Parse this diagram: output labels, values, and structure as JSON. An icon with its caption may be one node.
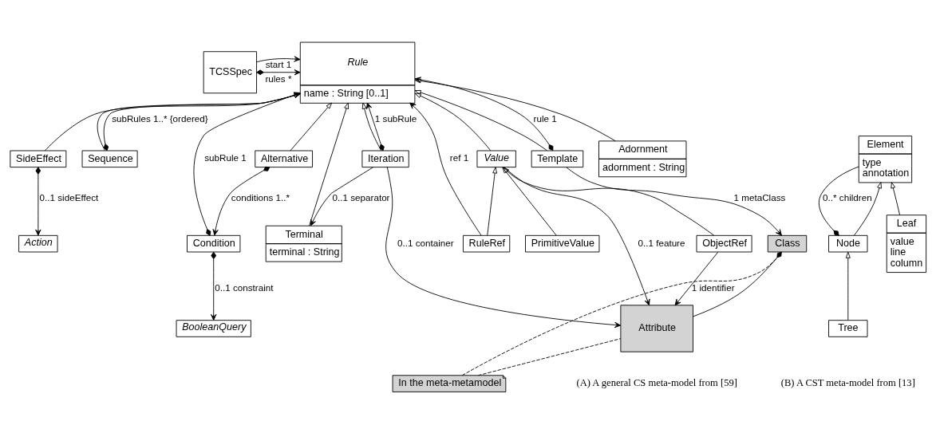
{
  "diagram": {
    "nodes": [
      {
        "text": [
          "Rule",
          "name : String [0..1]"
        ]
      },
      {
        "text": [
          "TCSSpec"
        ]
      },
      {
        "text": [
          "SideEffect"
        ]
      },
      {
        "text": [
          "Sequence"
        ]
      },
      {
        "text": [
          "Alternative"
        ]
      },
      {
        "text": [
          "Iteration"
        ]
      },
      {
        "text": [
          "Terminal",
          "terminal : String"
        ]
      },
      {
        "text": [
          "Template"
        ]
      },
      {
        "text": [
          "Adornment",
          "adornment : String"
        ]
      },
      {
        "text": [
          "Condition"
        ]
      },
      {
        "text": [
          "Value"
        ]
      },
      {
        "text": [
          "Action"
        ]
      },
      {
        "text": [
          "BooleanQuery"
        ]
      },
      {
        "text": [
          "RuleRef"
        ]
      },
      {
        "text": [
          "PrimitiveValue"
        ]
      },
      {
        "text": [
          "ObjectRef"
        ]
      },
      {
        "text": [
          "Class"
        ]
      },
      {
        "text": [
          "Attribute"
        ]
      },
      {
        "text": [
          "In the meta-metamodel"
        ]
      },
      {
        "text": [
          "Element",
          "type",
          "annotation"
        ]
      },
      {
        "text": [
          "Node"
        ]
      },
      {
        "text": [
          "Leaf",
          "value",
          "line",
          "column"
        ]
      },
      {
        "text": [
          "Tree"
        ]
      }
    ],
    "edges": [
      {
        "from": 1,
        "to": 0,
        "arrow": "to",
        "label": "start 1"
      },
      {
        "from": 1,
        "to": 0,
        "arrow": "to",
        "label": "rules *"
      },
      {
        "from": 13,
        "to": 0,
        "arrow": "to",
        "label": "ref 1"
      },
      {
        "from": 9,
        "to": 0,
        "arrow": "to",
        "label": "subRule 1"
      },
      {
        "from": 3,
        "to": 0,
        "arrow": "to",
        "label": "subRules 1..* {ordered}"
      },
      {
        "from": 5,
        "to": 0,
        "arrow": "to",
        "label": "1 subRule"
      },
      {
        "from": 7,
        "to": 0,
        "arrow": "to",
        "label": "rule 1"
      },
      {
        "from": 2,
        "to": 0,
        "arrow": "to"
      },
      {
        "from": 3,
        "to": 0,
        "arrow": "to"
      },
      {
        "from": 4,
        "to": 0,
        "arrow": "to"
      },
      {
        "from": 10,
        "to": 0,
        "arrow": "to"
      },
      {
        "from": 5,
        "to": 0,
        "arrow": "to"
      },
      {
        "from": 6,
        "to": 0,
        "arrow": "to"
      },
      {
        "from": 7,
        "to": 0,
        "arrow": "to"
      },
      {
        "from": 8,
        "to": 0,
        "arrow": "to"
      },
      {
        "from": 2,
        "to": 11,
        "arrow": "to",
        "label": "0..1 sideEffect"
      },
      {
        "from": 4,
        "to": 9,
        "arrow": "to",
        "label": "conditions 1..*"
      },
      {
        "from": 9,
        "to": 12,
        "arrow": "to",
        "label": "0..1 constraint"
      },
      {
        "from": 5,
        "to": 6,
        "arrow": "to",
        "label": "0..1 separator"
      },
      {
        "from": 7,
        "to": 16,
        "arrow": "to",
        "label": "1 metaClass"
      },
      {
        "from": 13,
        "to": 10,
        "arrow": "to"
      },
      {
        "from": 14,
        "to": 10,
        "arrow": "to"
      },
      {
        "from": 15,
        "to": 10,
        "arrow": "to"
      },
      {
        "from": 5,
        "to": 17,
        "arrow": "to",
        "label": "0..1 container"
      },
      {
        "from": 10,
        "to": 17,
        "arrow": "to",
        "label": "0..1 feature"
      },
      {
        "from": 15,
        "to": 17,
        "arrow": "to",
        "label": "1 identifier"
      },
      {
        "from": 16,
        "to": 17,
        "arrow": "other"
      },
      {
        "from": 18,
        "to": 16,
        "arrow": "none",
        "style": "dashed"
      },
      {
        "from": 18,
        "to": 17,
        "arrow": "none",
        "style": "dashed"
      },
      {
        "from": 20,
        "to": 19,
        "arrow": "other",
        "label": "0..* children"
      },
      {
        "from": 20,
        "to": 19,
        "arrow": "to"
      },
      {
        "from": 21,
        "to": 19,
        "arrow": "to"
      },
      {
        "from": 22,
        "to": 20,
        "arrow": "to"
      }
    ],
    "labels": [
      "(A) A general CS meta-model from [59]",
      "(B) A CST meta-model from [13]"
    ]
  }
}
